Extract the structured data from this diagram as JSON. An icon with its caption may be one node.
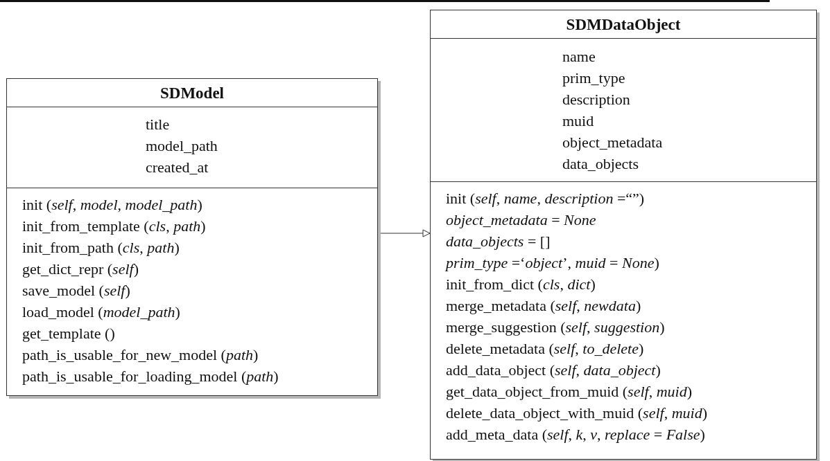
{
  "diagram": {
    "nodes": [
      {
        "text": [
          "SDModel"
        ]
      },
      {
        "text": [
          "title",
          "model_path",
          "created_at"
        ],
        "in": 0
      },
      {
        "text": [
          "init (*self*, *model*, *model_path*)",
          "init_from_template (*cls*, *path*)",
          "init_from_path (*cls*, *path*)",
          "get_dict_repr (*self*)",
          "save_model (*self*)",
          "load_model (*model_path*)",
          "get_template ()",
          "path_is_usable_for_new_model (*path*)",
          "path_is_usable_for_loading_model (*path*)"
        ],
        "in": 0
      },
      {
        "text": [
          "SDMDataObject"
        ]
      },
      {
        "text": [
          "name",
          "prim_type",
          "description",
          "muid",
          "object_metadata",
          "data_objects"
        ],
        "in": 3
      },
      {
        "text": [
          "init (*self*, *name*, *description* =“”)",
          "*object_metadata* = *None*",
          "*data_objects* = []",
          "*prim_type* =‘*object*’, *muid* = *None*)",
          "init_from_dict (*cls*, *dict*)",
          "merge_metadata (*self*, *newdata*)",
          "merge_suggestion (*self*, *suggestion*)",
          "delete_metadata (*self*, *to_delete*)",
          "add_data_object (*self*, *data_object*)",
          "get_data_object_from_muid (*self*, *muid*)",
          "delete_data_object_with_muid (*self*, *muid*)",
          "add_meta_data (*self*, *k*, *v*, *replace* = *False*)"
        ],
        "in": 3
      }
    ],
    "edges": [
      {
        "from": 0,
        "to": 3,
        "arrow": "to"
      }
    ]
  }
}
